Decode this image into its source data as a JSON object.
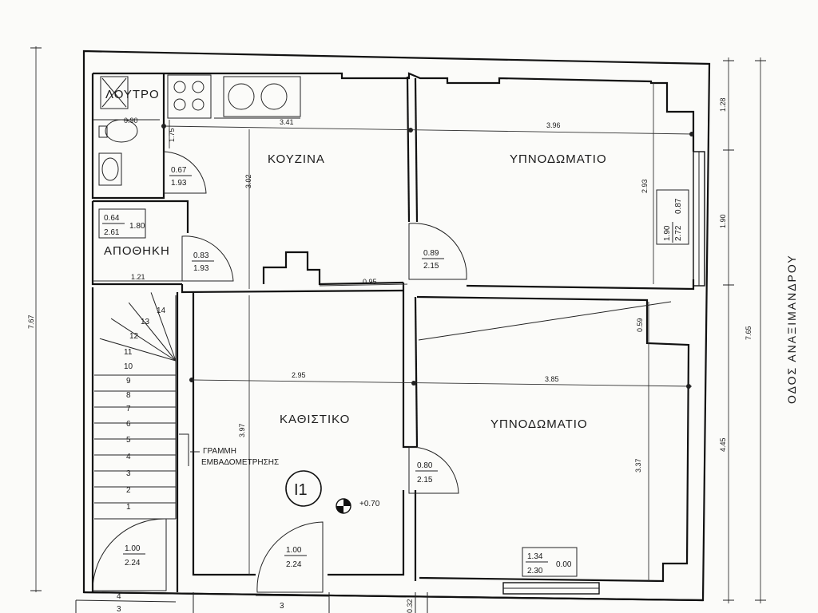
{
  "street": "ΟΔΟΣ ΑΝΑΞΙΜΑΝΔΡΟΥ",
  "rooms": {
    "bathroom": "ΛΟΥΤΡΟ",
    "kitchen": "ΚΟΥΖΙΝΑ",
    "bedroom_top": "ΥΠΝΟΔΩΜΑΤΙΟ",
    "storage": "ΑΠΟΘΗΚΗ",
    "living": "ΚΑΘΙΣΤΙΚΟ",
    "bedroom_bottom": "ΥΠΝΟΔΩΜΑΤΙΟ"
  },
  "measure_line": {
    "line1": "ΓΡΑΜΜΗ",
    "line2": "ΕΜΒΑΔΟΜΕΤΡΗΣΗΣ"
  },
  "unit_label": "Ι1",
  "elevation": "+0.70",
  "dimensions": {
    "d090": "0.90",
    "d175": "1.75",
    "d341": "3.41",
    "d396": "3.96",
    "d302": "3.02",
    "d293": "2.93",
    "d121": "1.21",
    "d095": "0.95",
    "d059": "0.59",
    "d295": "2.95",
    "d385": "3.85",
    "d397": "3.97",
    "d337": "3.37",
    "d128": "1.28",
    "d190r": "1.90",
    "d765": "7.65",
    "d445": "4.45",
    "d767": "7.67",
    "d032": "0.32"
  },
  "doors": [
    {
      "w": "0.67",
      "h": "1.93"
    },
    {
      "w": "0.83",
      "h": "1.93"
    },
    {
      "w": "0.89",
      "h": "2.15"
    },
    {
      "w": "0.80",
      "h": "2.15"
    },
    {
      "w": "1.00",
      "h": "2.24"
    },
    {
      "w": "1.00",
      "h": "2.24"
    }
  ],
  "windows": {
    "storage": {
      "w": "0.64",
      "h": "2.61",
      "sill": "1.80"
    },
    "bedroom": {
      "w": "1.90",
      "h": "2.72",
      "sill": "0.87"
    },
    "bottom": {
      "w": "1.34",
      "h": "2.30",
      "sill": "0.00"
    }
  },
  "stairs": [
    "1",
    "2",
    "3",
    "4",
    "5",
    "6",
    "7",
    "8",
    "9",
    "10",
    "11",
    "12",
    "13",
    "14"
  ],
  "bottom_marks": {
    "m4": "4",
    "m3a": "3",
    "m3b": "3"
  }
}
